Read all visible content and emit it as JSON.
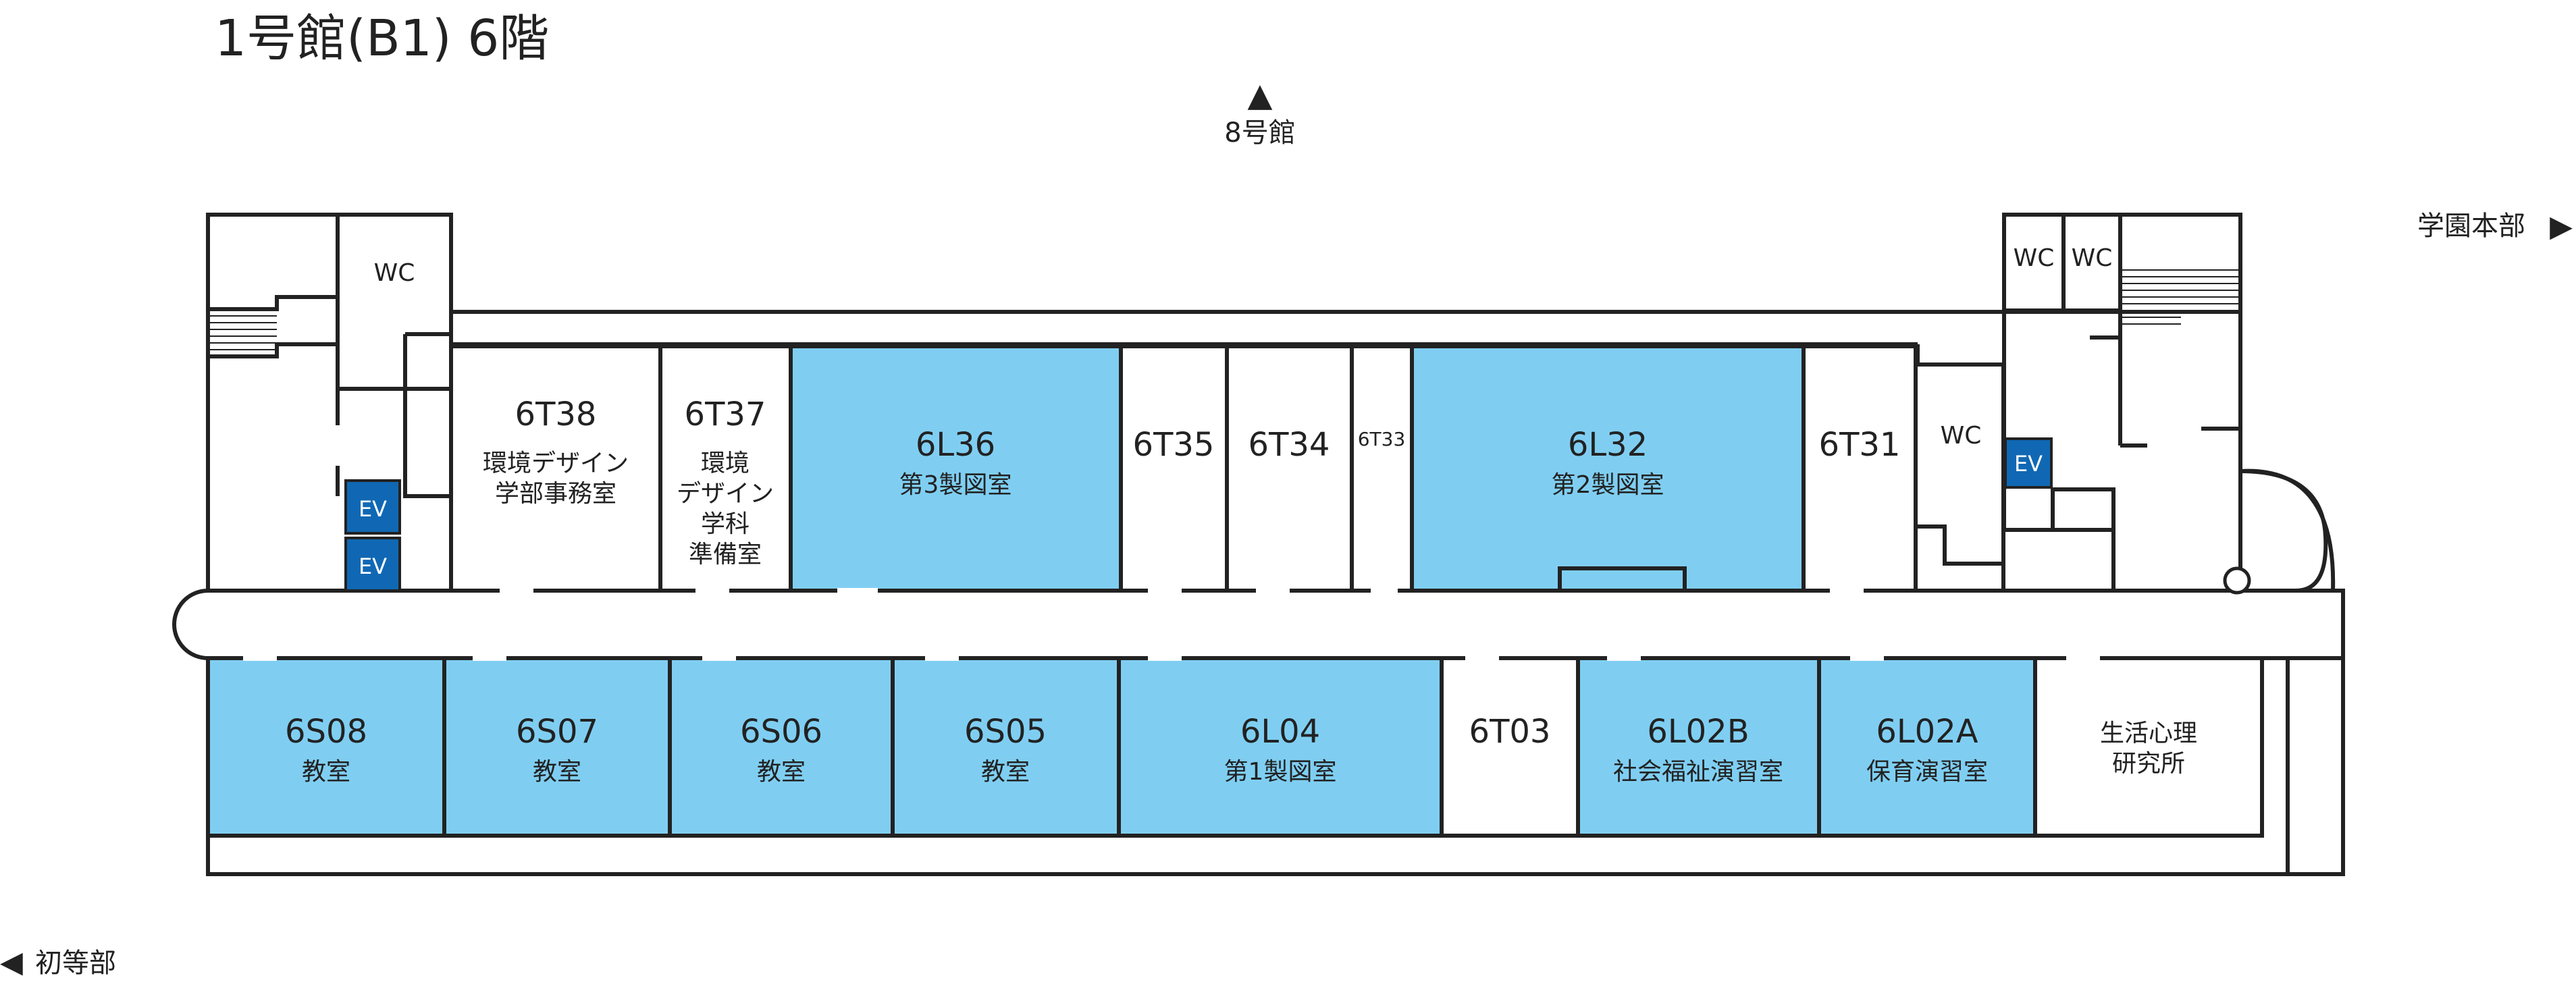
{
  "title": "1号館(B1) 6階",
  "directions": {
    "north": {
      "arrow": "▲",
      "label": "8号館"
    },
    "east": {
      "label": "学園本部",
      "arrow": "▶"
    },
    "southwest": {
      "arrow": "◀",
      "label": "初等部"
    }
  },
  "colors": {
    "room_highlight": "#7FCEF2",
    "elevator": "#1068B4",
    "wall": "#222222",
    "background": "#FFFFFF"
  },
  "rooms": {
    "r6t38": {
      "code": "6T38",
      "name": [
        "環境デザイン",
        "学部事務室"
      ]
    },
    "r6t37": {
      "code": "6T37",
      "name": [
        "環境",
        "デザイン",
        "学科",
        "準備室"
      ]
    },
    "r6l36": {
      "code": "6L36",
      "name": [
        "第3製図室"
      ]
    },
    "r6t35": {
      "code": "6T35"
    },
    "r6t34": {
      "code": "6T34"
    },
    "r6t33": {
      "code": "6T33"
    },
    "r6l32": {
      "code": "6L32",
      "name": [
        "第2製図室"
      ]
    },
    "r6t31": {
      "code": "6T31"
    },
    "r6s08": {
      "code": "6S08",
      "name": [
        "教室"
      ]
    },
    "r6s07": {
      "code": "6S07",
      "name": [
        "教室"
      ]
    },
    "r6s06": {
      "code": "6S06",
      "name": [
        "教室"
      ]
    },
    "r6s05": {
      "code": "6S05",
      "name": [
        "教室"
      ]
    },
    "r6l04": {
      "code": "6L04",
      "name": [
        "第1製図室"
      ]
    },
    "r6t03": {
      "code": "6T03"
    },
    "r6l02b": {
      "code": "6L02B",
      "name": [
        "社会福祉演習室"
      ]
    },
    "r6l02a": {
      "code": "6L02A",
      "name": [
        "保育演習室"
      ]
    },
    "lab": {
      "name": [
        "生活心理",
        "研究所"
      ]
    }
  },
  "facilities": {
    "wc_label": "WC",
    "ev_label": "EV"
  }
}
